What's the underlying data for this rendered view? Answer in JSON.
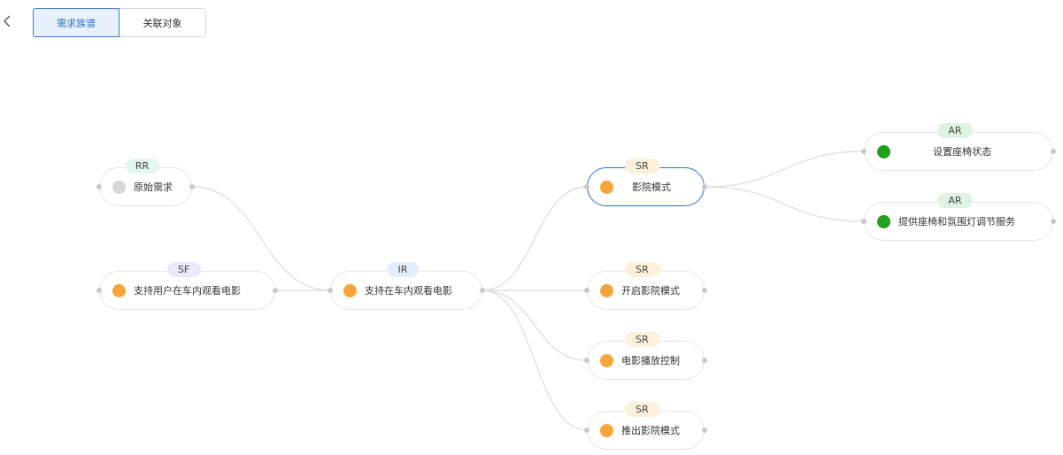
{
  "toolbar": {
    "back_icon": "chevron-left-icon",
    "tabs": [
      {
        "label": "需求族谱",
        "active": true
      },
      {
        "label": "关联对象",
        "active": false
      }
    ]
  },
  "colors": {
    "status_gray": "#d6d6d6",
    "status_orange": "#f7a53a",
    "status_green": "#1fa01f",
    "selected_border": "#2f6fd6",
    "edge": "#e0e0e0",
    "badge_RR": "#e3f6ee",
    "badge_SF": "#ece8fb",
    "badge_IR": "#e3eefc",
    "badge_SR": "#fdf1dc",
    "badge_AR": "#dff3e2"
  },
  "nodes": [
    {
      "id": "n-rr",
      "type": "RR",
      "label": "原始需求",
      "status": "gray"
    },
    {
      "id": "n-sf",
      "type": "SF",
      "label": "支持用户在车内观看电影",
      "status": "orange"
    },
    {
      "id": "n-ir",
      "type": "IR",
      "label": "支持在车内观看电影",
      "status": "orange"
    },
    {
      "id": "n-sr1",
      "type": "SR",
      "label": "影院模式",
      "status": "orange",
      "selected": true
    },
    {
      "id": "n-sr2",
      "type": "SR",
      "label": "开启影院模式",
      "status": "orange"
    },
    {
      "id": "n-sr3",
      "type": "SR",
      "label": "电影播放控制",
      "status": "orange"
    },
    {
      "id": "n-sr4",
      "type": "SR",
      "label": "推出影院模式",
      "status": "orange"
    },
    {
      "id": "n-ar1",
      "type": "AR",
      "label": "设置座椅状态",
      "status": "green"
    },
    {
      "id": "n-ar2",
      "type": "AR",
      "label": "提供座椅和氛围灯调节服务",
      "status": "green"
    }
  ],
  "edges": [
    {
      "from": "n-rr",
      "to": "n-ir"
    },
    {
      "from": "n-sf",
      "to": "n-ir"
    },
    {
      "from": "n-ir",
      "to": "n-sr1"
    },
    {
      "from": "n-ir",
      "to": "n-sr2"
    },
    {
      "from": "n-ir",
      "to": "n-sr3"
    },
    {
      "from": "n-ir",
      "to": "n-sr4"
    },
    {
      "from": "n-sr1",
      "to": "n-ar1"
    },
    {
      "from": "n-sr1",
      "to": "n-ar2"
    }
  ]
}
